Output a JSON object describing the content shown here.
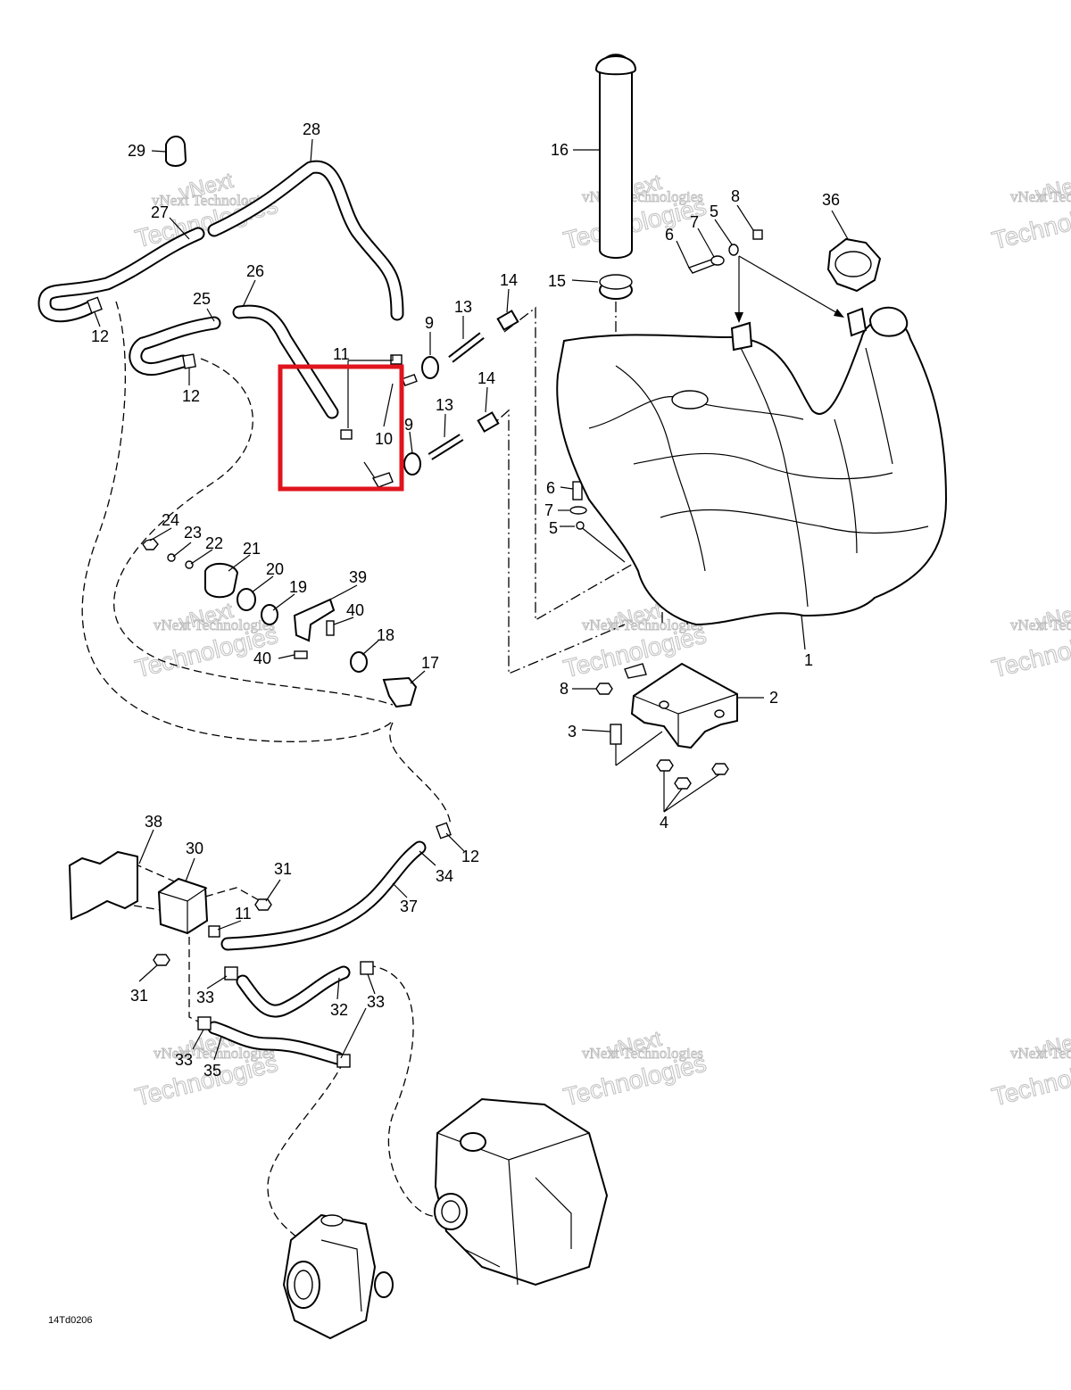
{
  "figure_code": "14Td0206",
  "watermark": {
    "line_top": "vNext",
    "line_small": "vNext Technologies",
    "line_large": "Technologies"
  },
  "callouts": {
    "c1": "1",
    "c2": "2",
    "c3": "3",
    "c4": "4",
    "c5a": "5",
    "c5b": "5",
    "c6a": "6",
    "c6b": "6",
    "c7a": "7",
    "c7b": "7",
    "c8a": "8",
    "c8b": "8",
    "c9a": "9",
    "c9b": "9",
    "c10": "10",
    "c11a": "11",
    "c11b": "11",
    "c12a": "12",
    "c12b": "12",
    "c12c": "12",
    "c13a": "13",
    "c13b": "13",
    "c14a": "14",
    "c14b": "14",
    "c15": "15",
    "c16": "16",
    "c17": "17",
    "c18": "18",
    "c19": "19",
    "c20": "20",
    "c21": "21",
    "c22": "22",
    "c23": "23",
    "c24": "24",
    "c25": "25",
    "c26": "26",
    "c27": "27",
    "c28": "28",
    "c29": "29",
    "c30": "30",
    "c31a": "31",
    "c31b": "31",
    "c32": "32",
    "c33a": "33",
    "c33b": "33",
    "c33c": "33",
    "c34": "34",
    "c35": "35",
    "c36": "36",
    "c37": "37",
    "c38": "38",
    "c39": "39",
    "c40a": "40",
    "c40b": "40"
  },
  "highlight": {
    "color": "#e0141e",
    "parts": [
      "10",
      "11"
    ]
  },
  "colors": {
    "line": "#000000",
    "background": "#ffffff",
    "watermark": "#c4c4c4"
  }
}
